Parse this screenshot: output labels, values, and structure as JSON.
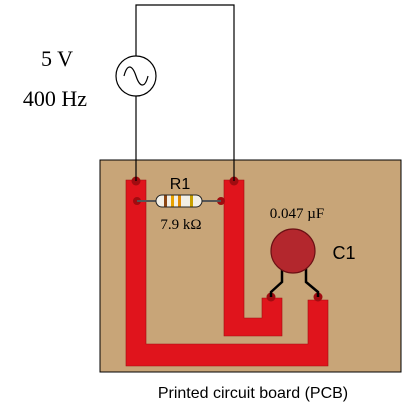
{
  "source": {
    "voltage": "5 V",
    "frequency": "400 Hz",
    "icon": "ac-sine-icon"
  },
  "resistor": {
    "designator": "R1",
    "value": "7.9 kΩ"
  },
  "capacitor": {
    "designator": "C1",
    "value": "0.047 µF"
  },
  "board": {
    "caption": "Printed circuit board (PCB)"
  },
  "colors": {
    "board": "#c8a578",
    "trace": "#e0141c",
    "pad": "#a00c10",
    "capacitor_body": "#b3272d",
    "resistor_body": "#f2efe6",
    "outline": "#000000"
  }
}
